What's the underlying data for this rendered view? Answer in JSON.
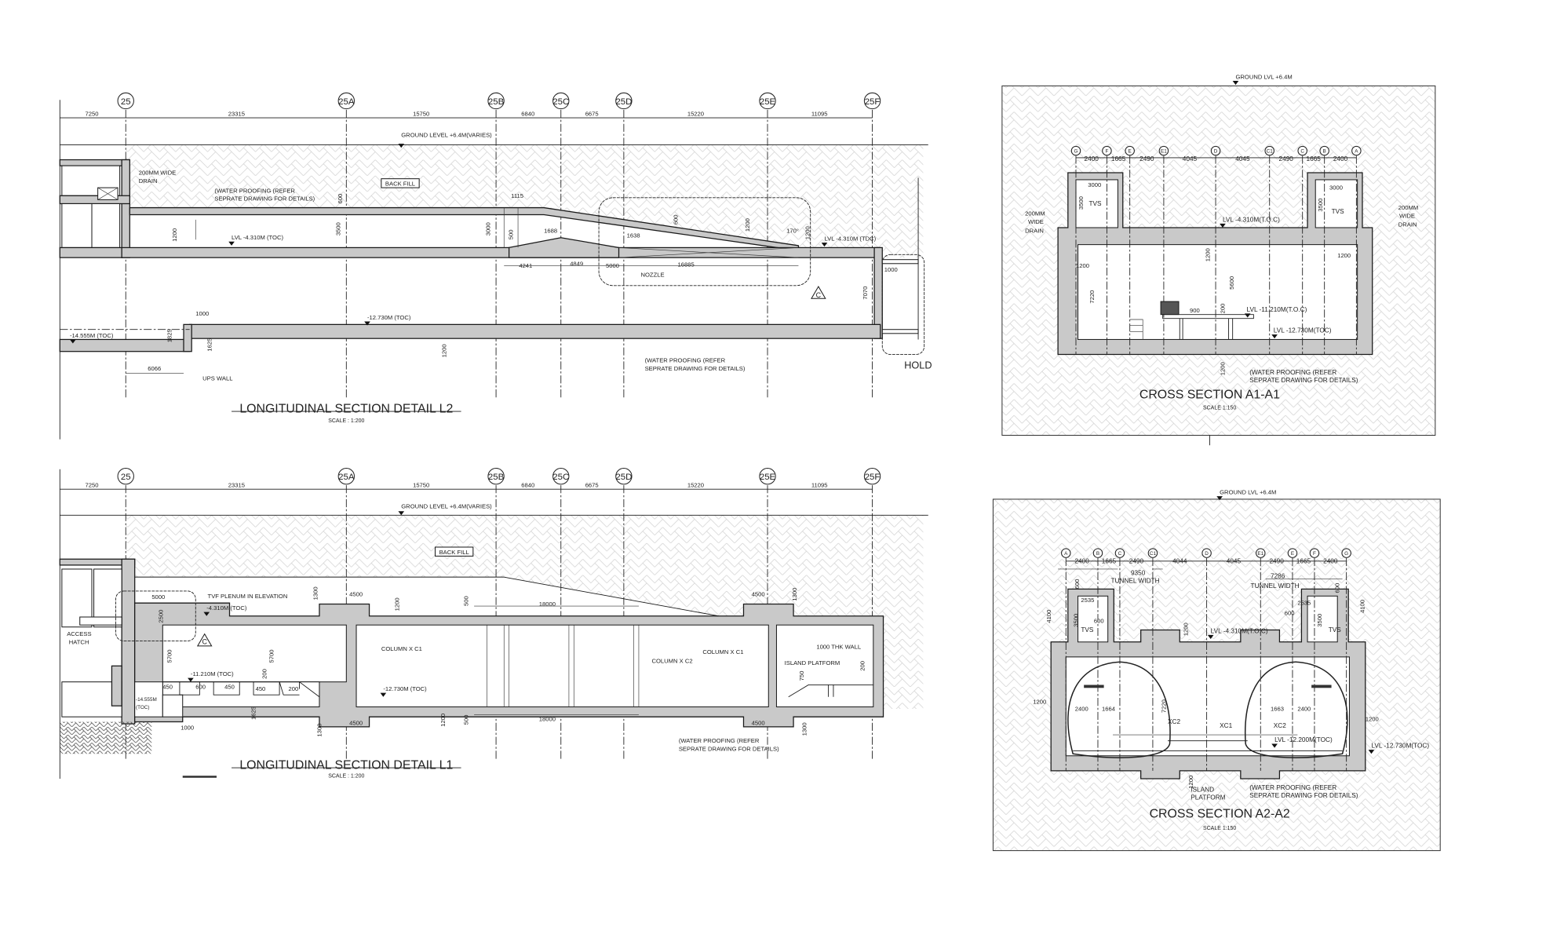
{
  "colors": {
    "concrete": "#c9c9c9",
    "line": "#1a1a1a",
    "hatch": "#d0d0d0"
  },
  "l2": {
    "title": "LONGITUDINAL SECTION DETAIL L2",
    "scale": "SCALE : 1:200",
    "grid": [
      "25",
      "25A",
      "25B",
      "25C",
      "25D",
      "25E",
      "25F"
    ],
    "spans": [
      "7250",
      "23315",
      "15750",
      "6840",
      "6675",
      "15220",
      "11095"
    ],
    "ground": "GROUND LEVEL +6.4M(VARIES)",
    "drain_1": "200MM WIDE",
    "drain_2": "DRAIN",
    "wp1_1": "(WATER PROOFING (REFER",
    "wp1_2": "SEPRATE DRAWING FOR DETAILS)",
    "backfill": "BACK FILL",
    "d600a": "600",
    "d3500": "3500",
    "d1115": "1115",
    "d3000": "3000",
    "d500": "500",
    "d1688": "1688",
    "d1638": "1638",
    "d600b": "600",
    "d1200a": "1200",
    "angle": "170°",
    "d1200b": "1200",
    "lvl_mid": "LVL -4.310M (TOC)",
    "lvl_mid_r": "LVL -4.310M (TDC)",
    "d1200c": "1200",
    "d4241": "4241",
    "d4849": "4849",
    "d5000": "5000",
    "d16885": "16885",
    "nozzle": "NOZZLE",
    "d1000r": "1000",
    "d7070": "7070",
    "d1000l": "1000",
    "lvl_base": "-12.730M (TOC)",
    "lvl_low": "-14.555M (TOC)",
    "d1825": "1825",
    "d1625": "1625",
    "d1200d": "1200",
    "d6066": "6066",
    "ups": "UPS WALL",
    "wp2_1": "(WATER PROOFING (REFER",
    "wp2_2": "SEPRATE DRAWING FOR DETAILS)",
    "hold": "HOLD",
    "rev": "C"
  },
  "l1": {
    "title": "LONGITUDINAL SECTION DETAIL L1",
    "scale": "SCALE : 1:200",
    "grid": [
      "25",
      "25A",
      "25B",
      "25C",
      "25D",
      "25E",
      "25F"
    ],
    "spans": [
      "7250",
      "23315",
      "15750",
      "6840",
      "6675",
      "15220",
      "11095"
    ],
    "ground": "GROUND LEVEL +6.4M(VARIES)",
    "backfill": "BACK FILL",
    "tvf": "TVF PLENUM IN ELEVATION",
    "d5000": "5000",
    "lvl_top": "-4.310M (TOC)",
    "d2500": "2500",
    "d1300a": "1300",
    "d4500a": "4500",
    "d1200a": "1200",
    "d500a": "500",
    "d18000a": "18000",
    "hatch_1": "ACCESS",
    "hatch_2": "HATCH",
    "col_c1a": "COLUMN X C1",
    "col_c2": "COLUMN X C2",
    "col_c1b": "COLUMN X C1",
    "wall": "1000 THK WALL",
    "island": "ISLAND PLATFORM",
    "d750": "750",
    "d200r": "200",
    "d5700a": "5700",
    "d5700b": "5700",
    "d200a": "200",
    "lvl_plat": "-11.210M (TOC)",
    "lvl_base": "-12.730M (TOC)",
    "d450a": "450",
    "d600": "600",
    "d450b": "450",
    "d450c": "450",
    "d200b": "200",
    "lvl_low_1": "-14.555M",
    "lvl_low_2": "(TOC)",
    "d1625": "1625",
    "d1000": "1000",
    "d1300b": "1300",
    "d4500b": "4500",
    "d1200b": "1200",
    "d500b": "500",
    "d18000b": "18000",
    "d4500c": "4500",
    "d4500d": "4500",
    "d1300c": "1300",
    "d1300d": "1300",
    "wp_1": "(WATER PROOFING (REFER",
    "wp_2": "SEPRATE DRAWING FOR DETAILS)",
    "rev": "C"
  },
  "a1": {
    "title": "CROSS SECTION A1-A1",
    "scale": "SCALE 1:150",
    "ground": "GROUND LVL +6.4M",
    "grid": [
      "G",
      "F",
      "E",
      "E1",
      "D",
      "C1",
      "C",
      "B",
      "A"
    ],
    "spans": [
      "2400",
      "1665",
      "2490",
      "4045",
      "4045",
      "2490",
      "1665",
      "2400"
    ],
    "d3000l": "3000",
    "d3500l": "3500",
    "tvs_l": "TVS",
    "d3000r": "3000",
    "d3500r": "3500",
    "tvs_r": "TVS",
    "drain_l1": "200MM",
    "drain_l2": "WIDE",
    "drain_l3": "DRAIN",
    "drain_r1": "200MM",
    "drain_r2": "WIDE",
    "drain_r3": "DRAIN",
    "lvl_top": "LVL -4.310M(T.O.C)",
    "d1200a": "1200",
    "d1200b": "1200",
    "d1200c": "1200",
    "d7220": "7220",
    "d5600": "5600",
    "d900": "900",
    "d200": "200",
    "lvl_plat": "LVL -11.210M(T.O.C)",
    "lvl_base": "LVL -12.730M(TOC)",
    "d1200d": "1200",
    "wp_1": "(WATER PROOFING (REFER",
    "wp_2": "SEPRATE DRAWING FOR DETAILS)"
  },
  "a2": {
    "title": "CROSS SECTION A2-A2",
    "scale": "SCALE 1:150",
    "ground": "GROUND LVL +6.4M",
    "grid": [
      "A",
      "B",
      "C",
      "C1",
      "D",
      "E1",
      "E",
      "F",
      "G"
    ],
    "spans": [
      "2400",
      "1665",
      "2490",
      "4044",
      "4045",
      "2490",
      "1665",
      "2400"
    ],
    "d9350": "9350",
    "tw_l": "TUNNEL WIDTH",
    "d7286": "7286",
    "tw_r": "TUNNEL WIDTH",
    "d600a": "600",
    "d2535l": "2535",
    "d3500l": "3500",
    "tvs_l": "TVS",
    "d600b": "600",
    "d4100l": "4100",
    "d600c": "600",
    "d2535r": "2535",
    "d600d": "600",
    "d3500r": "3500",
    "tvs_r": "TVS",
    "d4100r": "4100",
    "d1200a": "1200",
    "lvl_top": "LVL -4.310M(T.O.C)",
    "d1200b": "1200",
    "d2400l": "2400",
    "d1664": "1664",
    "d7220": "7220",
    "d1663": "1663",
    "d2400r": "2400",
    "d1200c": "1200",
    "xc2a": "XC2",
    "xc1": "XC1",
    "xc2b": "XC2",
    "lvl_track": "LVL -12.200M(TOC)",
    "lvl_base": "LVL -12.730M(TOC)",
    "d1200d": "1200",
    "island_1": "ISLAND",
    "island_2": "PLATFORM",
    "wp_1": "(WATER PROOFING (REFER",
    "wp_2": "SEPRATE DRAWING FOR DETAILS)"
  }
}
